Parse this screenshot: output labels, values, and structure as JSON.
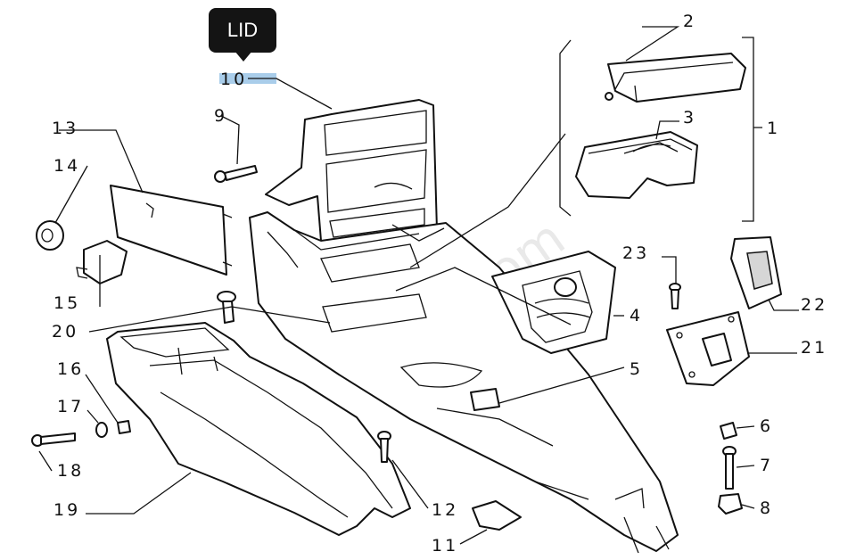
{
  "tooltip": {
    "text": "LID"
  },
  "highlighted_label": "10",
  "watermark": "7zap.com",
  "callouts": [
    "1",
    "2",
    "3",
    "4",
    "5",
    "6",
    "7",
    "8",
    "9",
    "10",
    "11",
    "12",
    "13",
    "14",
    "15",
    "16",
    "17",
    "18",
    "19",
    "20",
    "21",
    "22",
    "23"
  ]
}
